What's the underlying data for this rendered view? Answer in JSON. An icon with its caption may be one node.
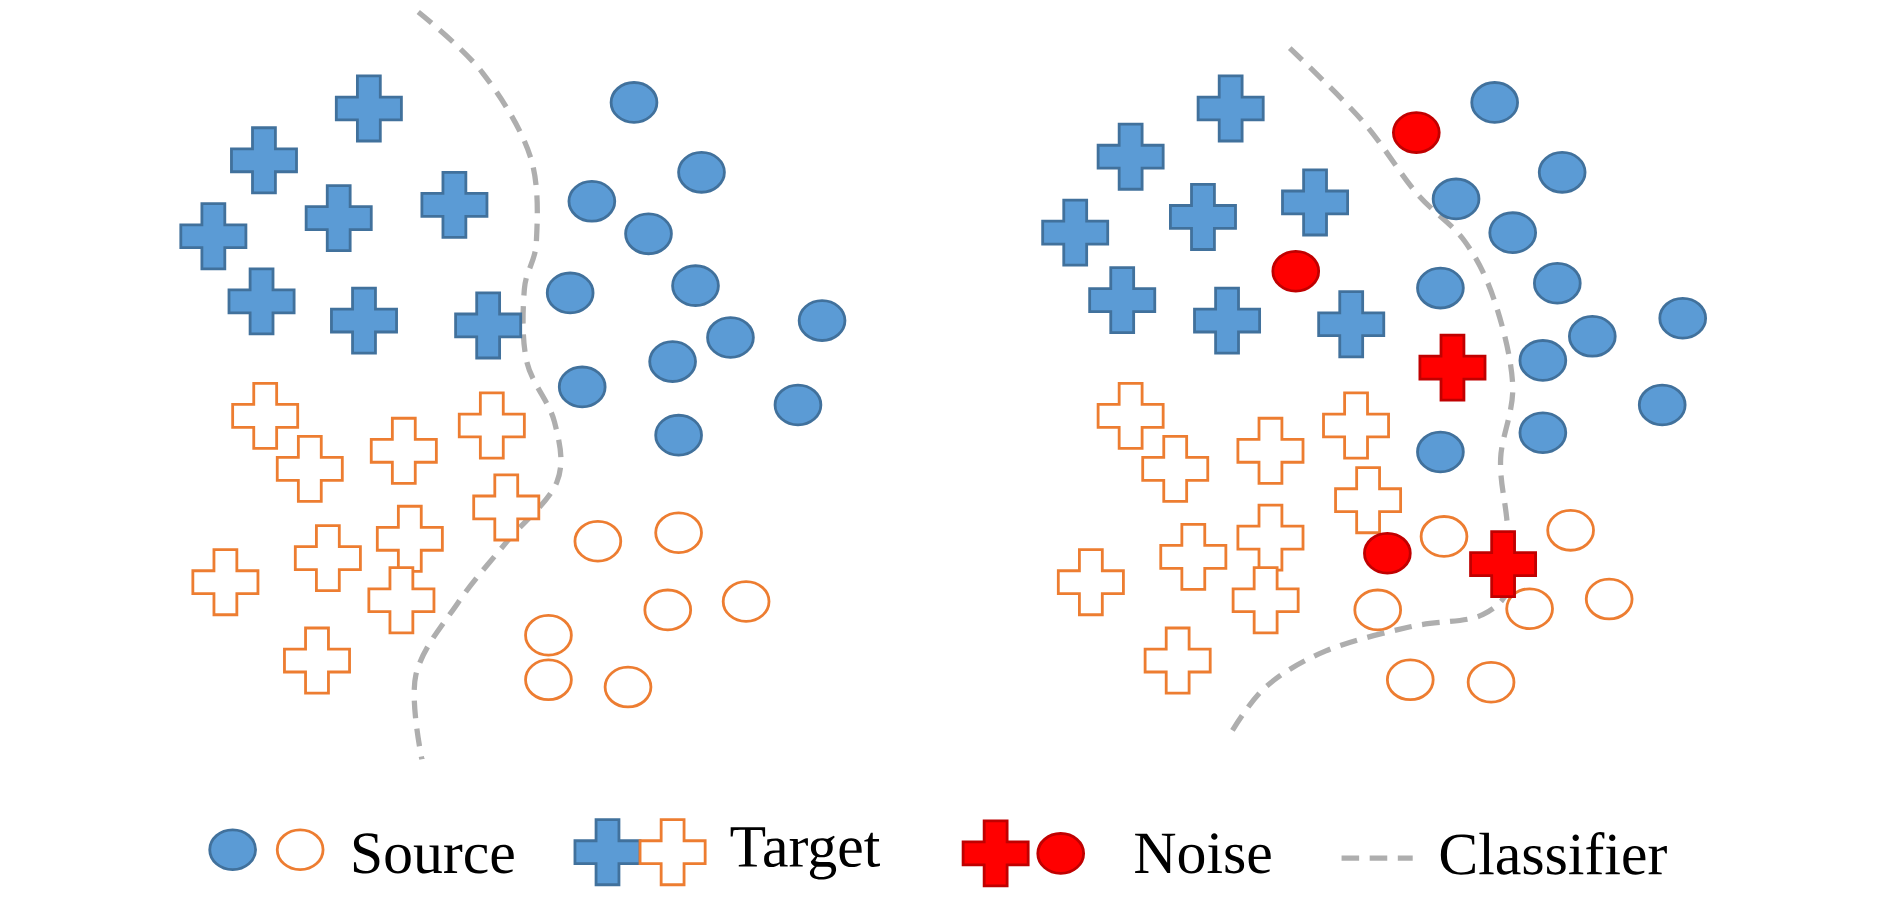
{
  "diagram": {
    "legend": [
      {
        "text": "Source"
      },
      {
        "text": "Target"
      },
      {
        "text": "Noise"
      },
      {
        "text": "Classifier"
      }
    ]
  }
}
